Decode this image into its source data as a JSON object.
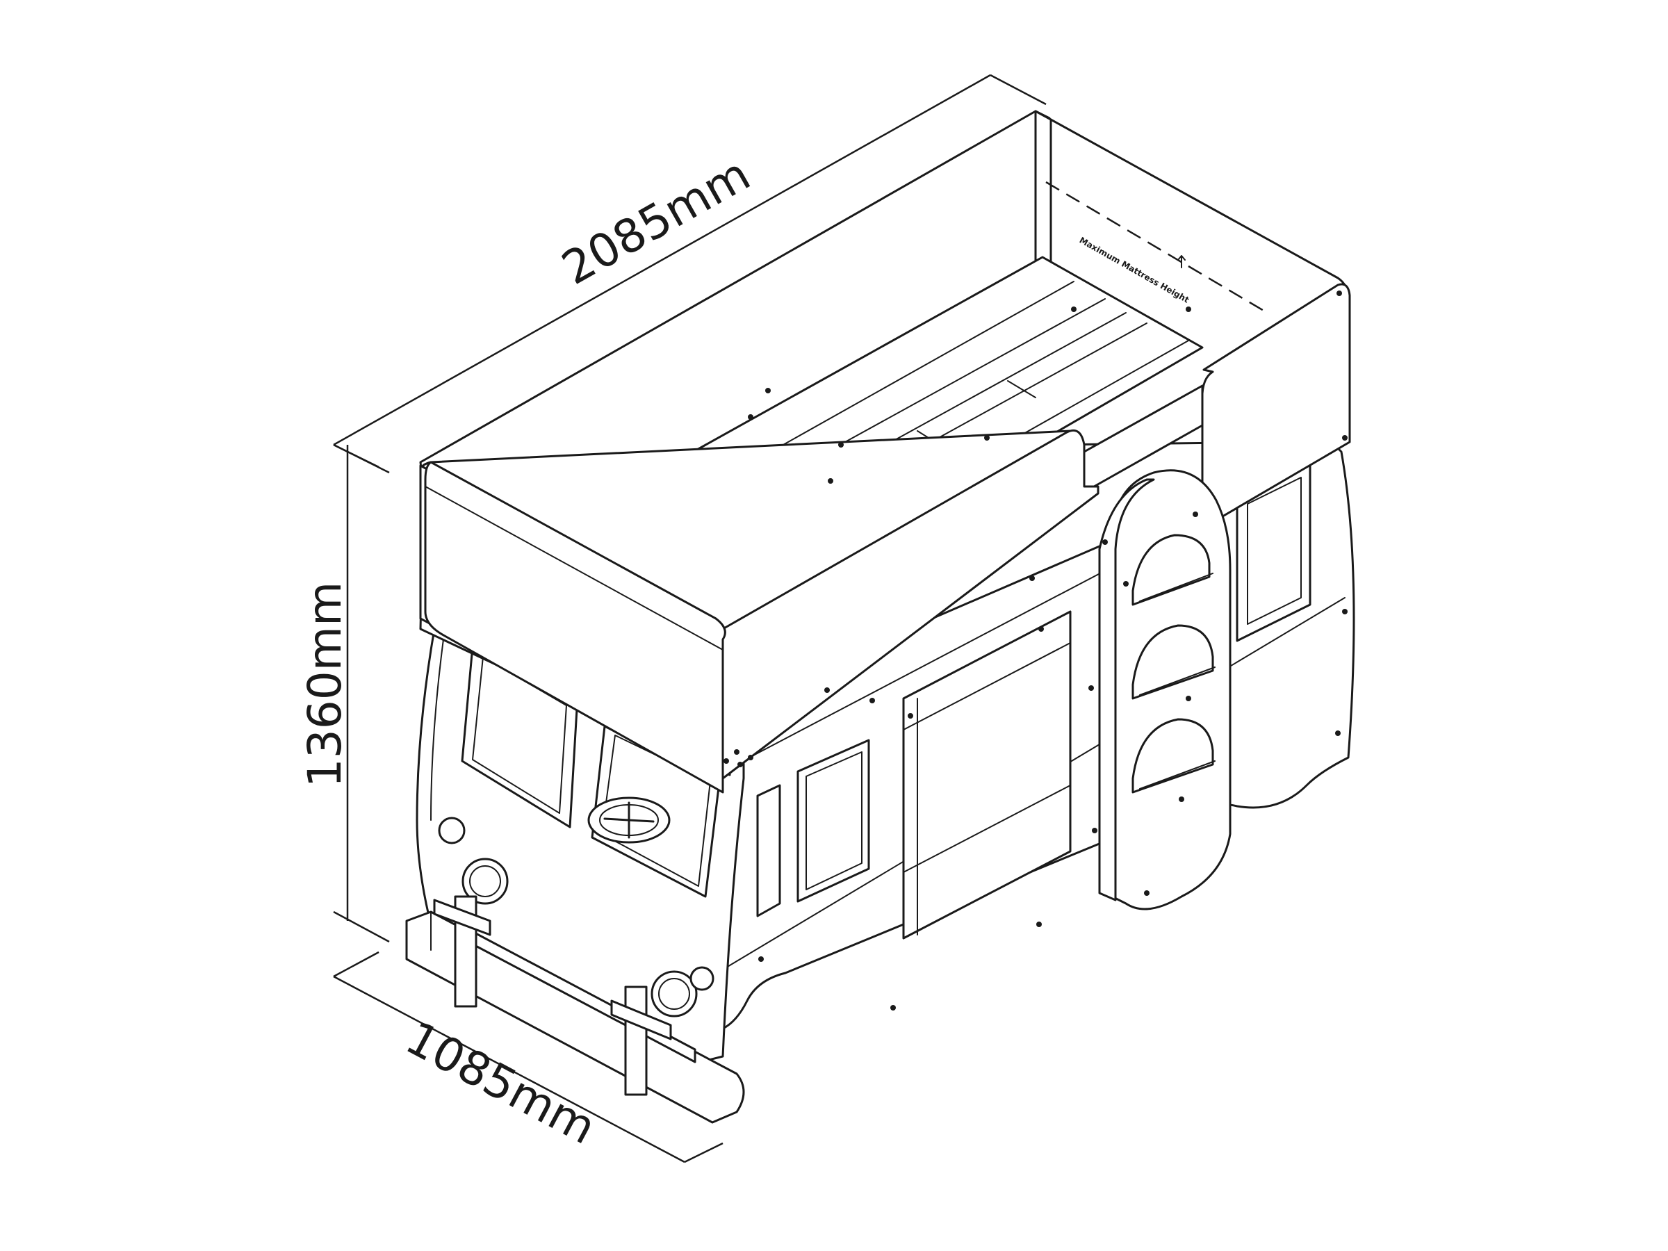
{
  "dimensions": {
    "length": "2085mm",
    "height": "1360mm",
    "width": "1085mm"
  },
  "labels": {
    "mattress_note": "Maximum Mattress Height"
  },
  "colors": {
    "line": "#1a1a1a",
    "background": "#ffffff"
  }
}
